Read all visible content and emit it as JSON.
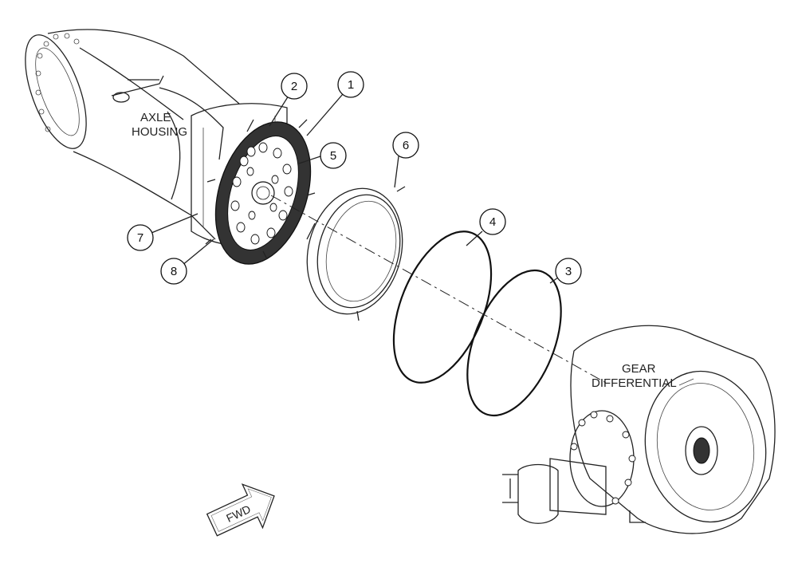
{
  "labels": {
    "axle_housing_line1": "AXLE",
    "axle_housing_line2": "HOUSING",
    "gear_diff_line1": "GEAR",
    "gear_diff_line2": "DIFFERENTIAL",
    "fwd": "FWD"
  },
  "callouts": [
    "1",
    "2",
    "3",
    "4",
    "5",
    "6",
    "7",
    "8"
  ],
  "colors": {
    "ink": "#222222",
    "background": "#ffffff"
  }
}
